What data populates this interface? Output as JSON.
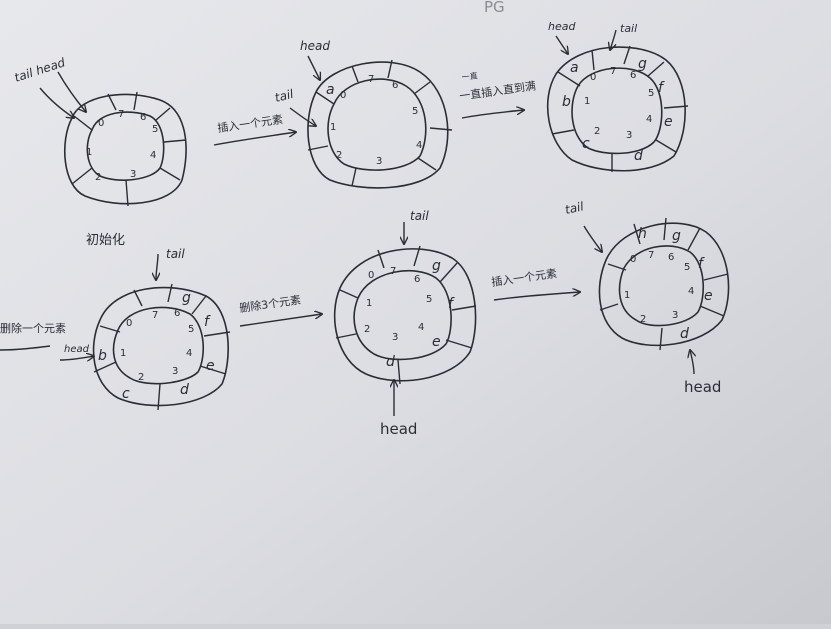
{
  "labels": {
    "head": "head",
    "tail": "tail",
    "tail_head": "tail head"
  },
  "notes": {
    "insert_one": "插入一个元素",
    "insert_full": "一直插入直到满",
    "init": "初始化",
    "delete_three": "删除3个元素",
    "delete_one": "删除一个元素",
    "insert_one_b": "插入一个元素",
    "top_partial": "PG"
  },
  "rings": {
    "r1": {
      "idx": [
        "0",
        "7",
        "6",
        "5",
        "4",
        "3",
        "2",
        "1"
      ]
    },
    "r2": {
      "idx": [
        "0",
        "7",
        "6",
        "5",
        "4",
        "3",
        "2",
        "1"
      ],
      "elems": [
        "a"
      ]
    },
    "r3": {
      "idx": [
        "0",
        "7",
        "6",
        "5",
        "4",
        "3",
        "2",
        "1"
      ],
      "elems": [
        "a",
        "g",
        "f",
        "e",
        "d",
        "c",
        "b"
      ]
    },
    "r4": {
      "idx": [
        "0",
        "7",
        "6",
        "5",
        "4",
        "3",
        "2",
        "1"
      ],
      "elems": [
        "g",
        "f",
        "e",
        "d",
        "c",
        "b"
      ]
    },
    "r5": {
      "idx": [
        "0",
        "7",
        "6",
        "5",
        "4",
        "3",
        "2",
        "1"
      ],
      "elems": [
        "g",
        "f",
        "e",
        "d"
      ]
    },
    "r6": {
      "idx": [
        "0",
        "7",
        "6",
        "5",
        "4",
        "3",
        "2",
        "1"
      ],
      "elems": [
        "h",
        "g",
        "f",
        "e",
        "d"
      ]
    }
  }
}
